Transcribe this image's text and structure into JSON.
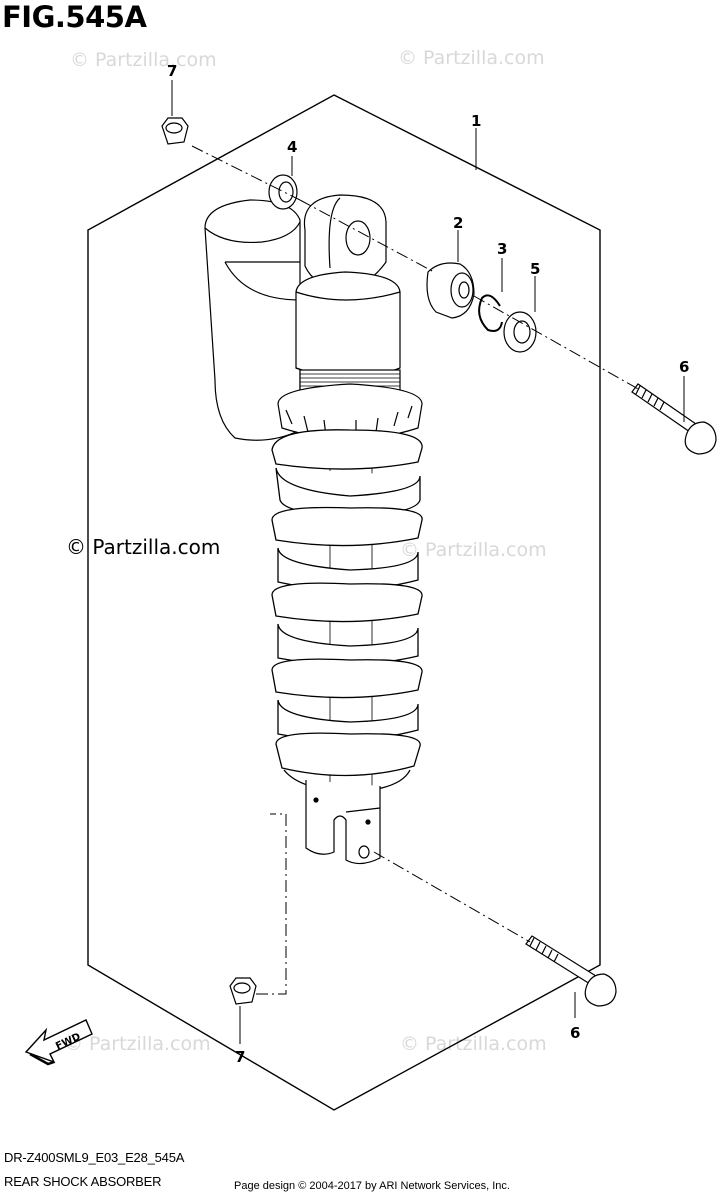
{
  "header": {
    "figure_title": "FIG.545A"
  },
  "footer": {
    "model_code": "DR-Z400SML9_E03_E28_545A",
    "diagram_name": "REAR SHOCK ABSORBER",
    "page_credit": "Page design © 2004-2017 by ARI Network Services, Inc."
  },
  "watermarks": {
    "light_text": "© Partzilla.com",
    "dark_text": "© Partzilla.com"
  },
  "callouts": {
    "c1": "1",
    "c2": "2",
    "c3": "3",
    "c4": "4",
    "c5": "5",
    "c6_top": "6",
    "c6_bottom": "6",
    "c7_top": "7",
    "c7_bottom": "7"
  },
  "direction_arrow": {
    "label": "FWD"
  },
  "colors": {
    "line": "#000000",
    "watermark": "#d8d8d8",
    "background": "#ffffff"
  }
}
